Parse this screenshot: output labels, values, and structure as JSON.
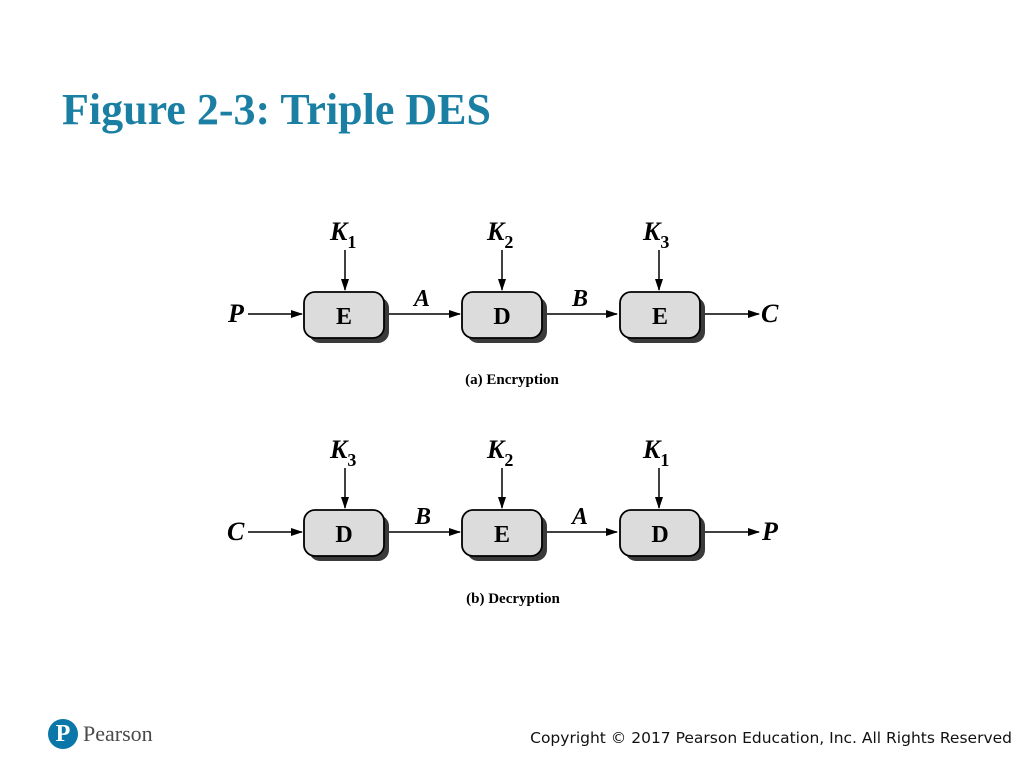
{
  "slide": {
    "title": "Figure 2-3: Triple DES",
    "title_color": "#1a7fa3"
  },
  "encryption": {
    "caption": "(a) Encryption",
    "input": "P",
    "output": "C",
    "between": [
      "A",
      "B"
    ],
    "stages": [
      {
        "op": "E",
        "key": "K",
        "key_sub": "1"
      },
      {
        "op": "D",
        "key": "K",
        "key_sub": "2"
      },
      {
        "op": "E",
        "key": "K",
        "key_sub": "3"
      }
    ]
  },
  "decryption": {
    "caption": "(b) Decryption",
    "input": "C",
    "output": "P",
    "between": [
      "B",
      "A"
    ],
    "stages": [
      {
        "op": "D",
        "key": "K",
        "key_sub": "3"
      },
      {
        "op": "E",
        "key": "K",
        "key_sub": "2"
      },
      {
        "op": "D",
        "key": "K",
        "key_sub": "1"
      }
    ]
  },
  "footer": {
    "logo_letter": "P",
    "logo_text": "Pearson",
    "brand_color": "#0b77a8",
    "copyright": "Copyright © 2017 Pearson Education, Inc. All Rights Reserved"
  },
  "colors": {
    "box_fill": "#dcdcdc",
    "box_shadow": "#3a3a3a"
  }
}
